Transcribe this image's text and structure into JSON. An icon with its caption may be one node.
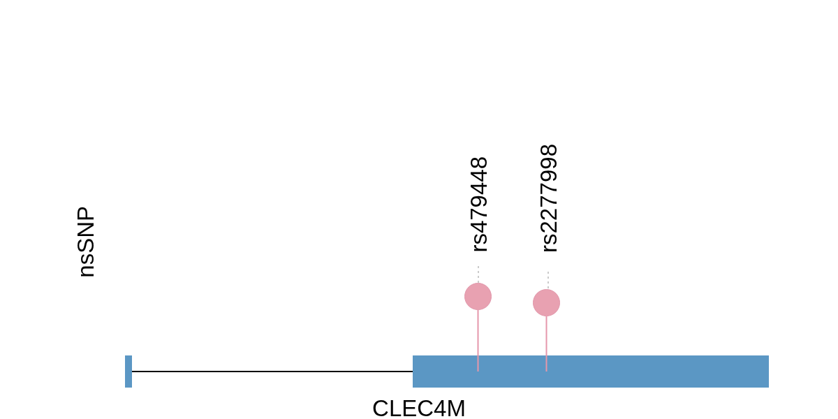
{
  "diagram": {
    "nodes": [
      {
        "text": [
          "rs479448"
        ]
      },
      {
        "text": [
          "rs2277998"
        ]
      },
      {
        "text": [],
        "shape": "circle"
      },
      {
        "text": [],
        "shape": "circle"
      },
      {
        "text": [],
        "shape": "bar"
      },
      {
        "text": [],
        "shape": "bar"
      }
    ],
    "edges": [
      {
        "from": 4,
        "to": 5,
        "arrow": "none",
        "color": "#000000"
      },
      {
        "from": 0,
        "to": 2,
        "arrow": "none",
        "style": "dashed",
        "color": "#bbbbbb"
      },
      {
        "from": 2,
        "to": 5,
        "arrow": "none",
        "color": "#e597ab"
      },
      {
        "from": 1,
        "to": 3,
        "arrow": "none",
        "style": "dashed",
        "color": "#bbbbbb"
      },
      {
        "from": 3,
        "to": 5,
        "arrow": "none",
        "color": "#e597ab"
      }
    ],
    "labels": [
      "nsSNP",
      "CLEC4M"
    ]
  }
}
